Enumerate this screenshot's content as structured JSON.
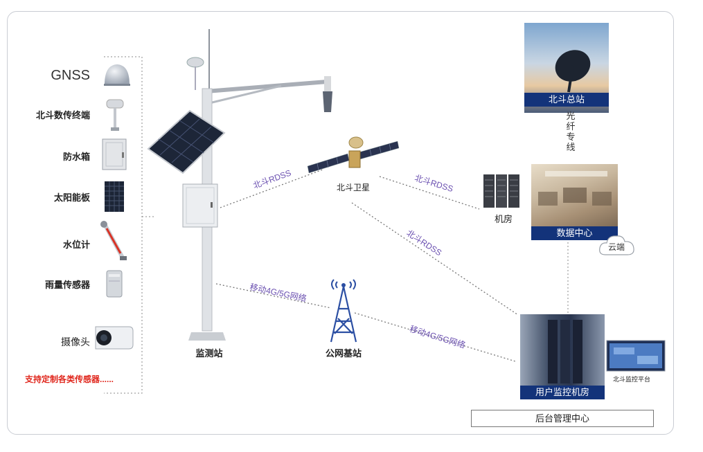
{
  "sensors": [
    {
      "label": "GNSS",
      "icon": "gnss-antenna-icon"
    },
    {
      "label": "北斗数传终端",
      "icon": "beidou-terminal-icon"
    },
    {
      "label": "防水箱",
      "icon": "waterproof-box-icon"
    },
    {
      "label": "太阳能板",
      "icon": "solar-panel-icon"
    },
    {
      "label": "水位计",
      "icon": "water-level-gauge-icon"
    },
    {
      "label": "雨量传感器",
      "icon": "rain-gauge-icon"
    },
    {
      "label": "摄像头",
      "icon": "camera-icon"
    }
  ],
  "custom_note": "支持定制各类传感器......",
  "nodes": {
    "station": "监测站",
    "satellite": "北斗卫星",
    "base_station": "公网基站",
    "server_room": "机房",
    "beidou_hq": "北斗总站",
    "data_center": "数据中心",
    "cloud": "云端",
    "user_room": "用户监控机房",
    "platform": "北斗监控平台",
    "backend": "后台管理中心"
  },
  "fiber_label": [
    "光",
    "纤",
    "专",
    "线"
  ],
  "links": {
    "station_sat": "北斗RDSS",
    "sat_room": "北斗RDSS",
    "sat_user": "北斗RDSS",
    "station_base": "移动4G/5G网络",
    "base_user": "移动4G/5G网络"
  },
  "colors": {
    "link_text": "#6a4fb0",
    "caption_bar": "#13337a",
    "note_red": "#e0281e"
  }
}
